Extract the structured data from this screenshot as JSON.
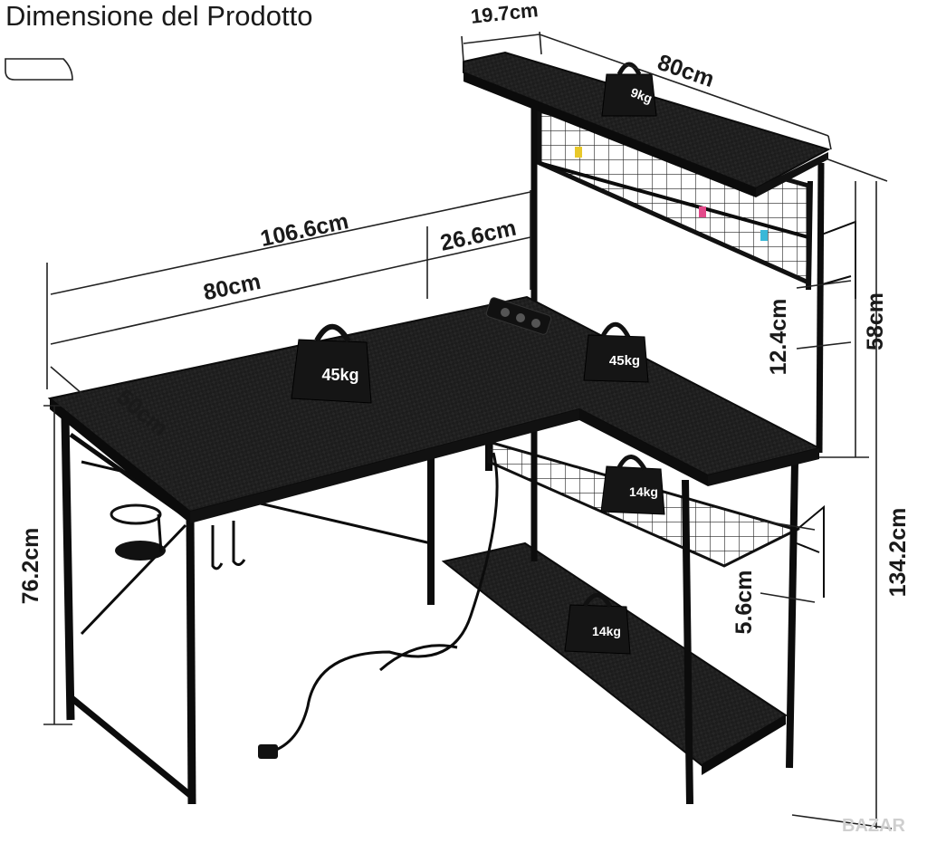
{
  "title": "Dimensione del Prodotto",
  "dimensions": {
    "shelf_depth": "19.7cm",
    "shelf_width": "80cm",
    "total_width": "106.6cm",
    "return_width": "26.6cm",
    "desk_width": "80cm",
    "desk_depth": "50cm",
    "desk_height": "76.2cm",
    "hutch_height": "58cm",
    "total_height": "134.2cm",
    "hook_gap": "12.4cm",
    "basket_gap": "5.6cm"
  },
  "weights": {
    "top_shelf": "9kg",
    "desk_left": "45kg",
    "desk_right": "45kg",
    "basket": "14kg",
    "bottom_shelf": "14kg"
  },
  "watermark": "BAZAR",
  "colors": {
    "frame": "#0c0c0c",
    "surface": "#1b1b1b",
    "text": "#1a1a1a"
  }
}
